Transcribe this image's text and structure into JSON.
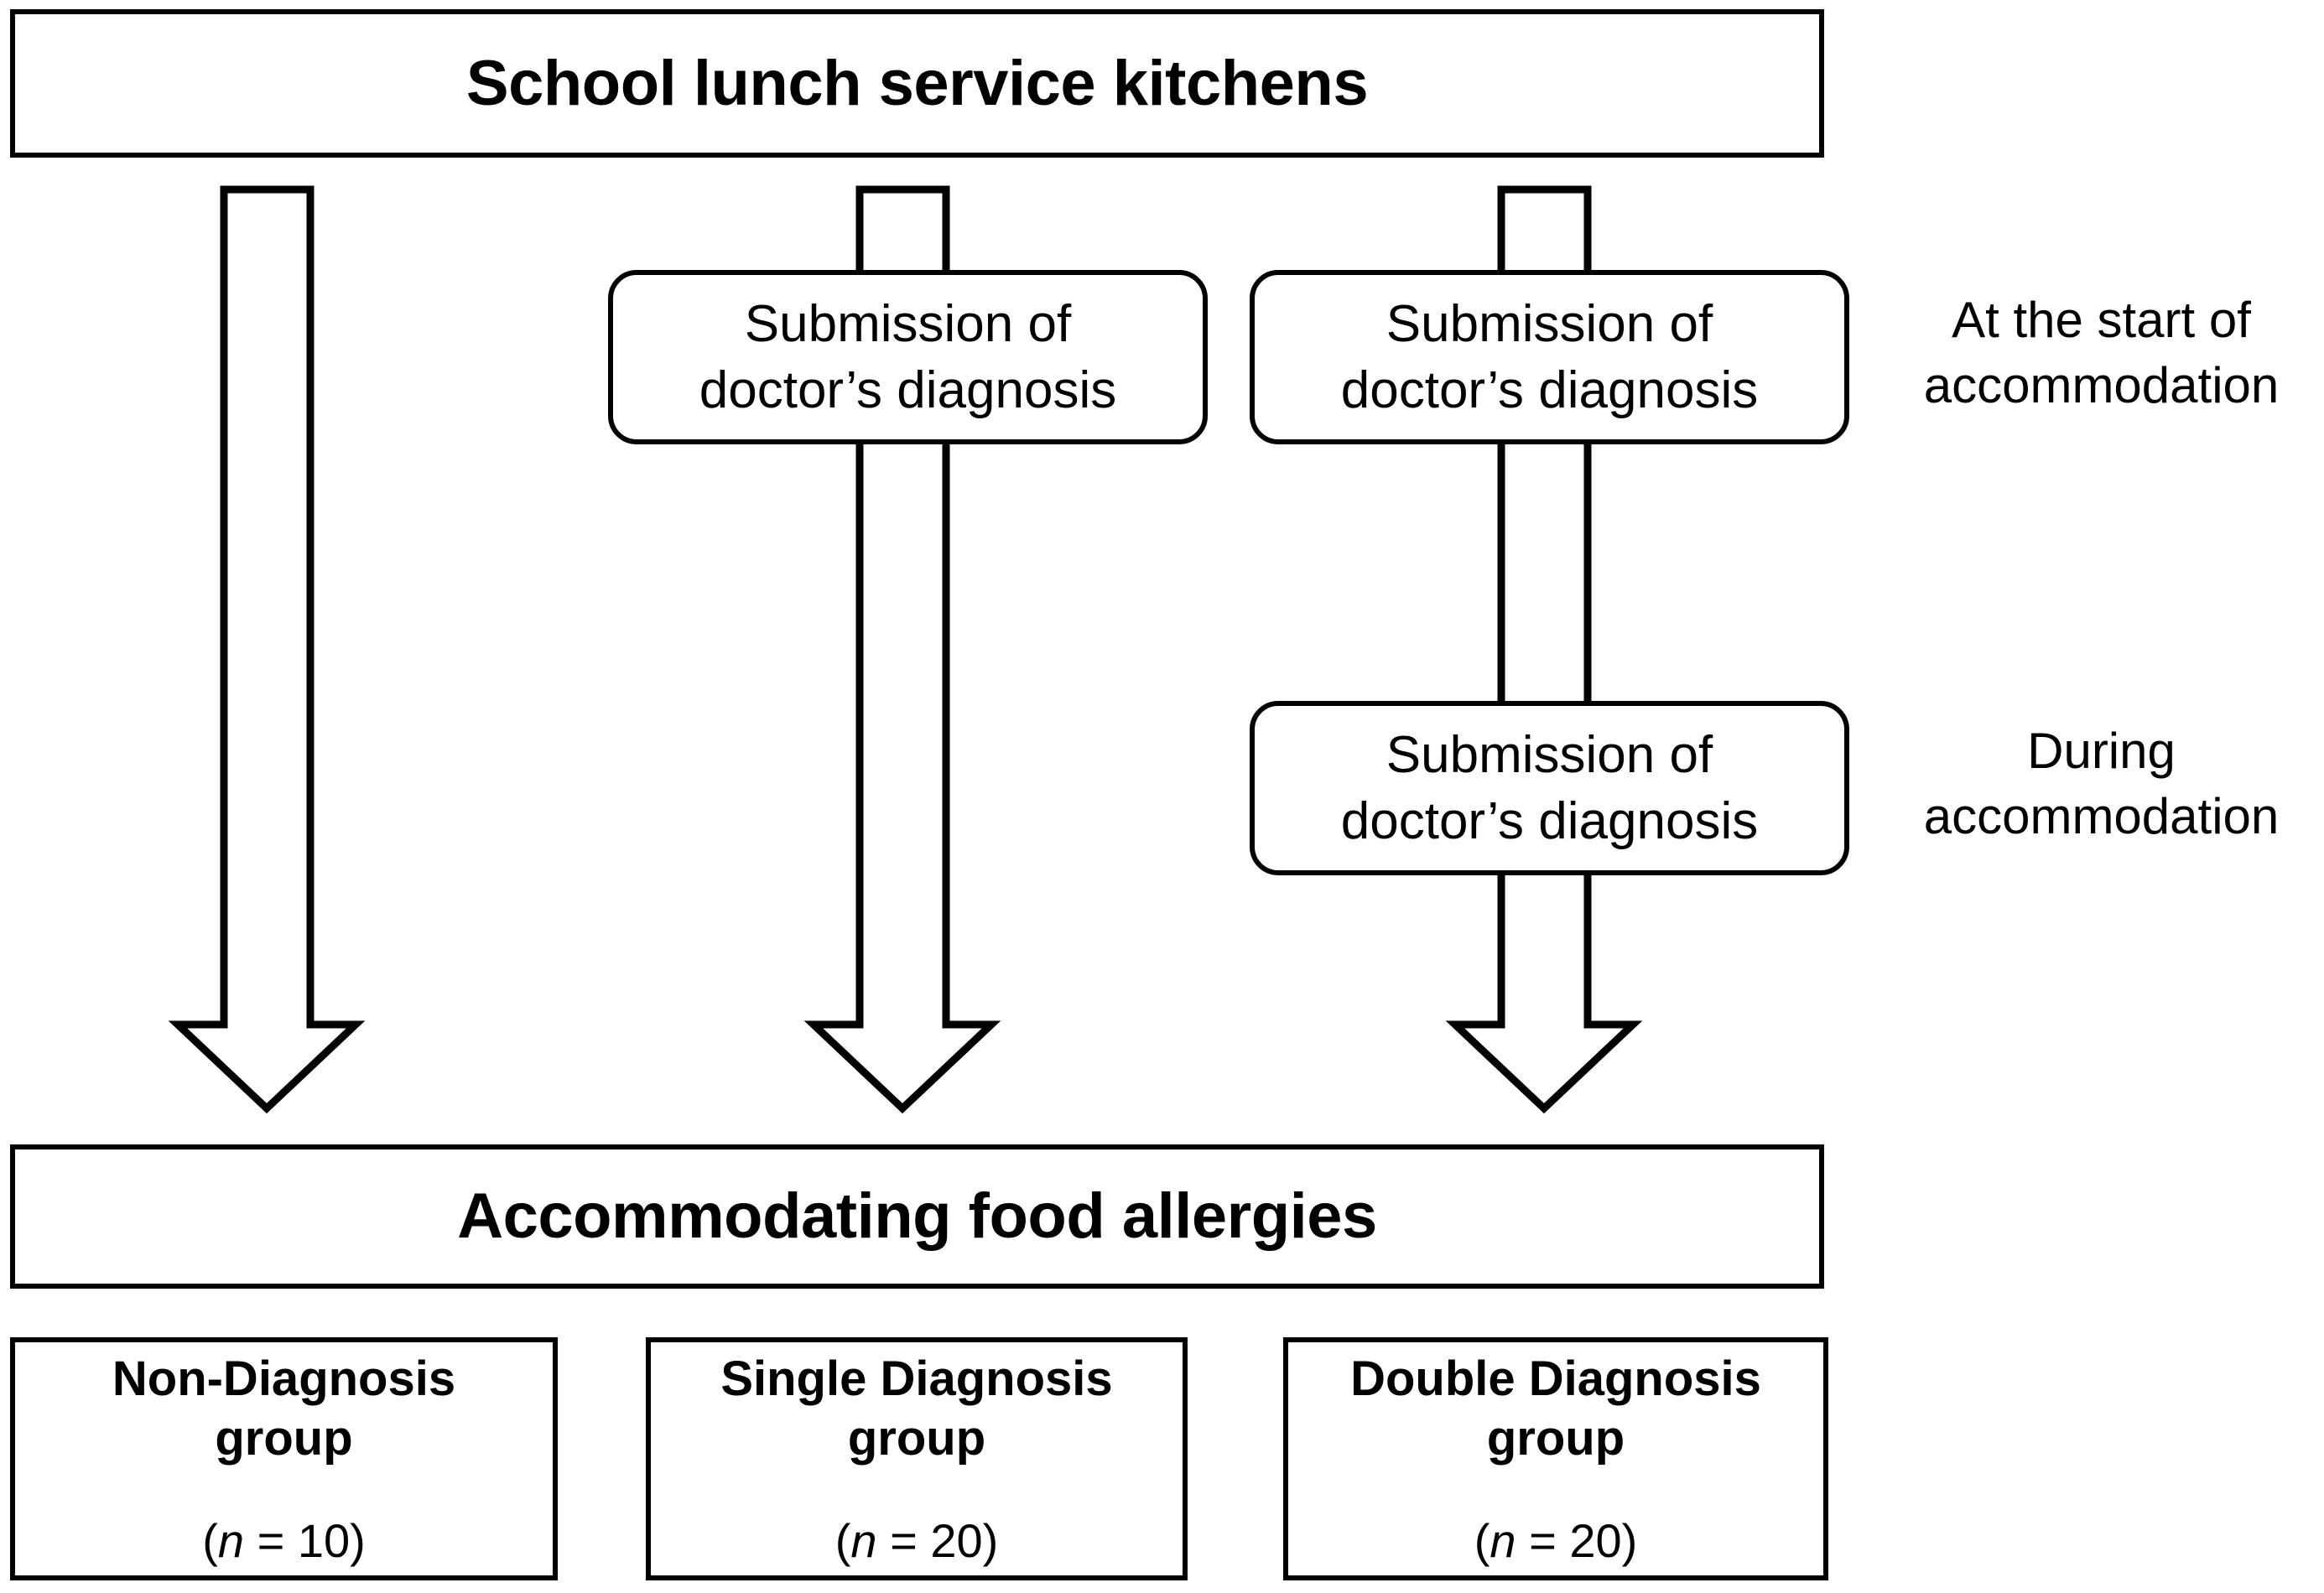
{
  "diagram": {
    "top_box": {
      "label": "School lunch service kitchens"
    },
    "mid_boxes": [
      {
        "id": "diagnosis-start-left",
        "line1": "Submission of",
        "line2": "doctor’s diagnosis"
      },
      {
        "id": "diagnosis-start-right",
        "line1": "Submission of",
        "line2": "doctor’s diagnosis"
      },
      {
        "id": "diagnosis-during",
        "line1": "Submission of",
        "line2": "doctor’s diagnosis"
      }
    ],
    "side_labels": [
      {
        "id": "at-start",
        "line1": "At the start of",
        "line2": "accommodation"
      },
      {
        "id": "during",
        "line1": "During",
        "line2": "accommodation"
      }
    ],
    "outcome_box": {
      "label": "Accommodating food allergies"
    },
    "groups": [
      {
        "id": "non-diagnosis",
        "line1": "Non-Diagnosis",
        "line2": "group",
        "n_prefix": "(",
        "n_symbol": "n",
        "n_value": " = 10)"
      },
      {
        "id": "single-diagnosis",
        "line1": "Single Diagnosis",
        "line2": "group",
        "n_prefix": "(",
        "n_symbol": "n",
        "n_value": " = 20)"
      },
      {
        "id": "double-diagnosis",
        "line1": "Double Diagnosis",
        "line2": "group",
        "n_prefix": "(",
        "n_symbol": "n",
        "n_value": " = 20)"
      }
    ],
    "colors": {
      "stroke": "#000000",
      "fill": "#ffffff",
      "text": "#000000"
    }
  }
}
